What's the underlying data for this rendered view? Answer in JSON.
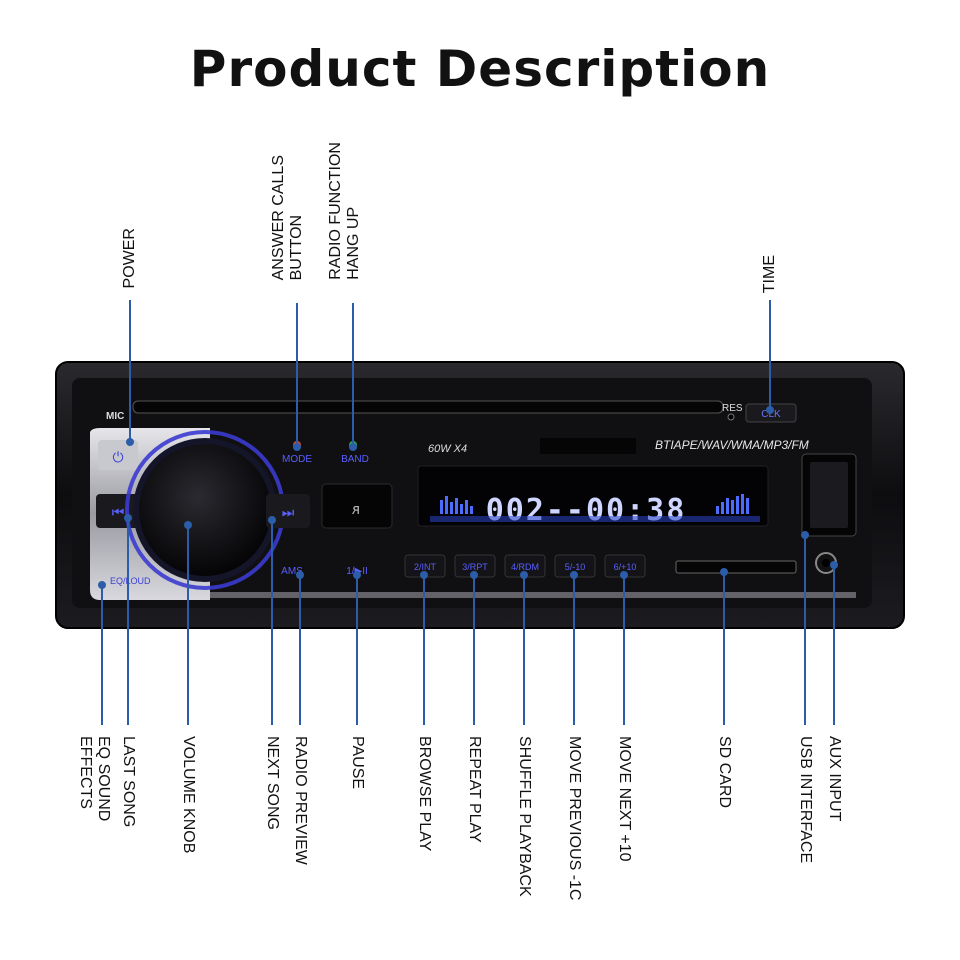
{
  "title": "Product Description",
  "colors": {
    "leader": "#2c5da8",
    "accent": "#3a3fd6",
    "panel": "#111111"
  },
  "device": {
    "mic": "MIC",
    "res": "RES",
    "clk": "CLK",
    "power_mark": "⏻",
    "mode": "MODE",
    "band": "BAND",
    "format_text": "BTIAPE/WAV/WMA/MP3/FM",
    "power_rating": "60W X4",
    "display_text": "002--00:38",
    "prev_mark": "⏮",
    "next_mark": "⏭",
    "ams": "AMS",
    "play_pause": "1/▶II",
    "eq_loud": "EQ/LOUD",
    "buttons": [
      "2/INT",
      "3/RPT",
      "4/RDM",
      "5/-10",
      "6/+10"
    ]
  },
  "labels_top": {
    "power": "POWER",
    "answer_calls": [
      "ANSWER CALLS",
      "BUTTON"
    ],
    "radio_function": [
      "RADIO FUNCTION",
      "HANG UP"
    ],
    "time": "TIME"
  },
  "labels_bottom": {
    "eq_sound": [
      "EQ SOUND",
      "EFFECTS"
    ],
    "last_song": "LAST SONG",
    "volume_knob": "VOLUME KNOB",
    "next_song": "NEXT SONG",
    "radio_preview": "RADIO PREVIEW",
    "pause": "PAUSE",
    "browse_play": "BROWSE PLAY",
    "repeat_play": "REPEAT PLAY",
    "shuffle_playback": "SHUFFLE PLAYBACK",
    "move_previous": "MOVE PREVIOUS -1C",
    "move_next": "MOVE NEXT +10",
    "sd_card": "SD CARD",
    "usb_interface": "USB INTERFACE",
    "aux_input": "AUX INPUT"
  }
}
